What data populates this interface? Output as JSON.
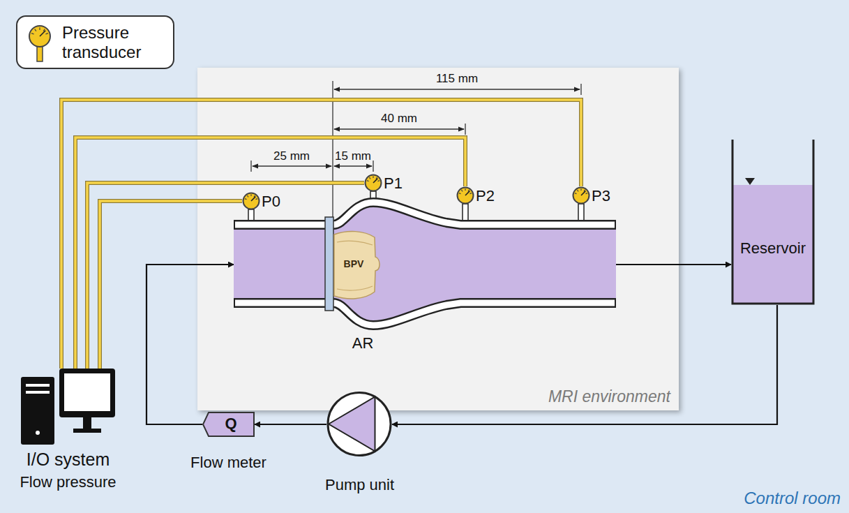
{
  "diagram": {
    "nodes": [
      {
        "text": [
          "Control room"
        ]
      },
      {
        "text": [
          "MRI environment"
        ],
        "in": 0
      },
      {
        "text": [
          "BPV",
          "AR"
        ],
        "in": 1
      },
      {
        "text": [
          "P0"
        ],
        "in": 1
      },
      {
        "text": [
          "P1"
        ],
        "in": 1
      },
      {
        "text": [
          "P2"
        ],
        "in": 1
      },
      {
        "text": [
          "P3"
        ],
        "in": 1
      },
      {
        "text": [
          "Reservoir"
        ],
        "in": 0
      },
      {
        "text": [
          "Pump unit"
        ],
        "in": 0
      },
      {
        "text": [
          "Q",
          "Flow meter"
        ],
        "in": 0
      },
      {
        "text": [
          "I/O system",
          "Flow pressure"
        ],
        "in": 0
      }
    ],
    "edges": [
      {
        "from": 2,
        "to": 7,
        "arrow": "to"
      },
      {
        "from": 7,
        "to": 8,
        "arrow": "to"
      },
      {
        "from": 8,
        "to": 9,
        "arrow": "to"
      },
      {
        "from": 9,
        "to": 2,
        "arrow": "to"
      },
      {
        "from": 10,
        "to": 3,
        "arrow": "none"
      },
      {
        "from": 10,
        "to": 4,
        "arrow": "none"
      },
      {
        "from": 10,
        "to": 5,
        "arrow": "none"
      },
      {
        "from": 10,
        "to": 6,
        "arrow": "none"
      }
    ],
    "labels": [
      "115 mm",
      "40 mm",
      "25 mm",
      "15 mm"
    ],
    "legend": [
      {
        "text": "Pressure transducer"
      }
    ]
  }
}
